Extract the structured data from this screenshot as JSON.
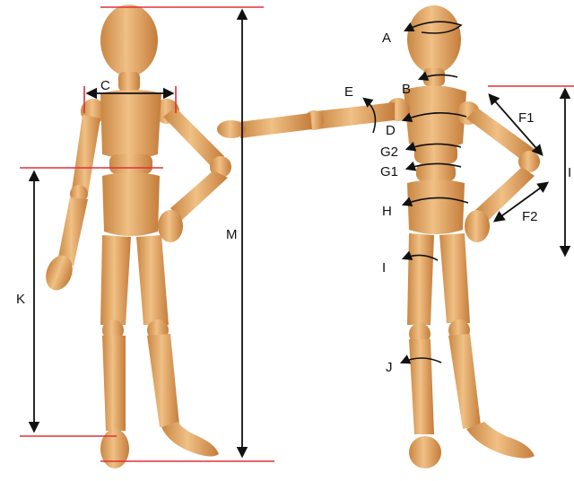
{
  "labels": {
    "A": "A",
    "B": "B",
    "C": "C",
    "D": "D",
    "E": "E",
    "F1": "F1",
    "F2": "F2",
    "G1": "G1",
    "G2": "G2",
    "H": "H",
    "I_right": "I",
    "I_leg": "I",
    "J": "J",
    "K": "K",
    "M": "M"
  },
  "colors": {
    "wood": "#e3a866",
    "wood_dark": "#b87434",
    "wood_light": "#f2c890",
    "measure_line": "#e0303a",
    "arrow": "#111111"
  },
  "figures": [
    "front-view-mannequin",
    "side-pointing-mannequin"
  ]
}
